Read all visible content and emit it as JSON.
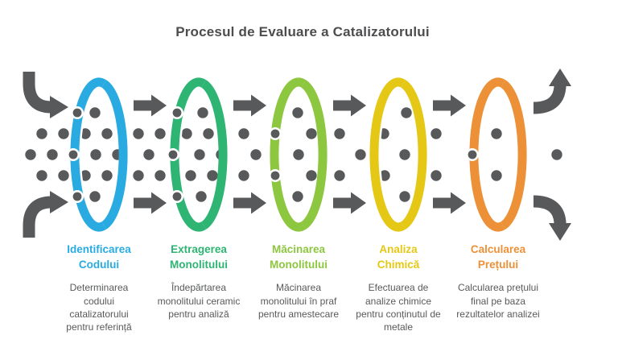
{
  "title": "Procesul de Evaluare a Catalizatorului",
  "stages": [
    {
      "heading": "Identificarea\nCodului",
      "description": "Determinarea\ncodului\ncatalizatorului\npentru referință",
      "color": "#29ABE2"
    },
    {
      "heading": "Extragerea\nMonolitului",
      "description": "Îndepărtarea\nmonolitului ceramic\npentru analiză",
      "color": "#2EB573"
    },
    {
      "heading": "Măcinarea\nMonolitului",
      "description": "Măcinarea\nmonolitului în praf\npentru amestecare",
      "color": "#8DC63F"
    },
    {
      "heading": "Analiza\nChimică",
      "description": "Efectuarea de\nanalize chimice\npentru conținutul de\nmetale",
      "color": "#E5C816"
    },
    {
      "heading": "Calcularea\nPrețului",
      "description": "Calcularea prețului\nfinal pe baza\nrezultatelor analizei",
      "color": "#EC9138"
    }
  ],
  "colors": {
    "flow_gray": "#58595B",
    "title_gray": "#4D4D4F",
    "background": "#FFFFFF"
  },
  "icons": {
    "start_arrows": [
      "curved-arrow-in-top-icon",
      "curved-arrow-in-bottom-icon"
    ],
    "flow_arrows": "right-arrow-icon",
    "end_arrows": [
      "curved-arrow-out-top-icon",
      "curved-arrow-out-bottom-icon"
    ],
    "rings": "filter-ring-icon",
    "dots": "particle-dot-icon",
    "captured_dots": "captured-dot-icon"
  }
}
